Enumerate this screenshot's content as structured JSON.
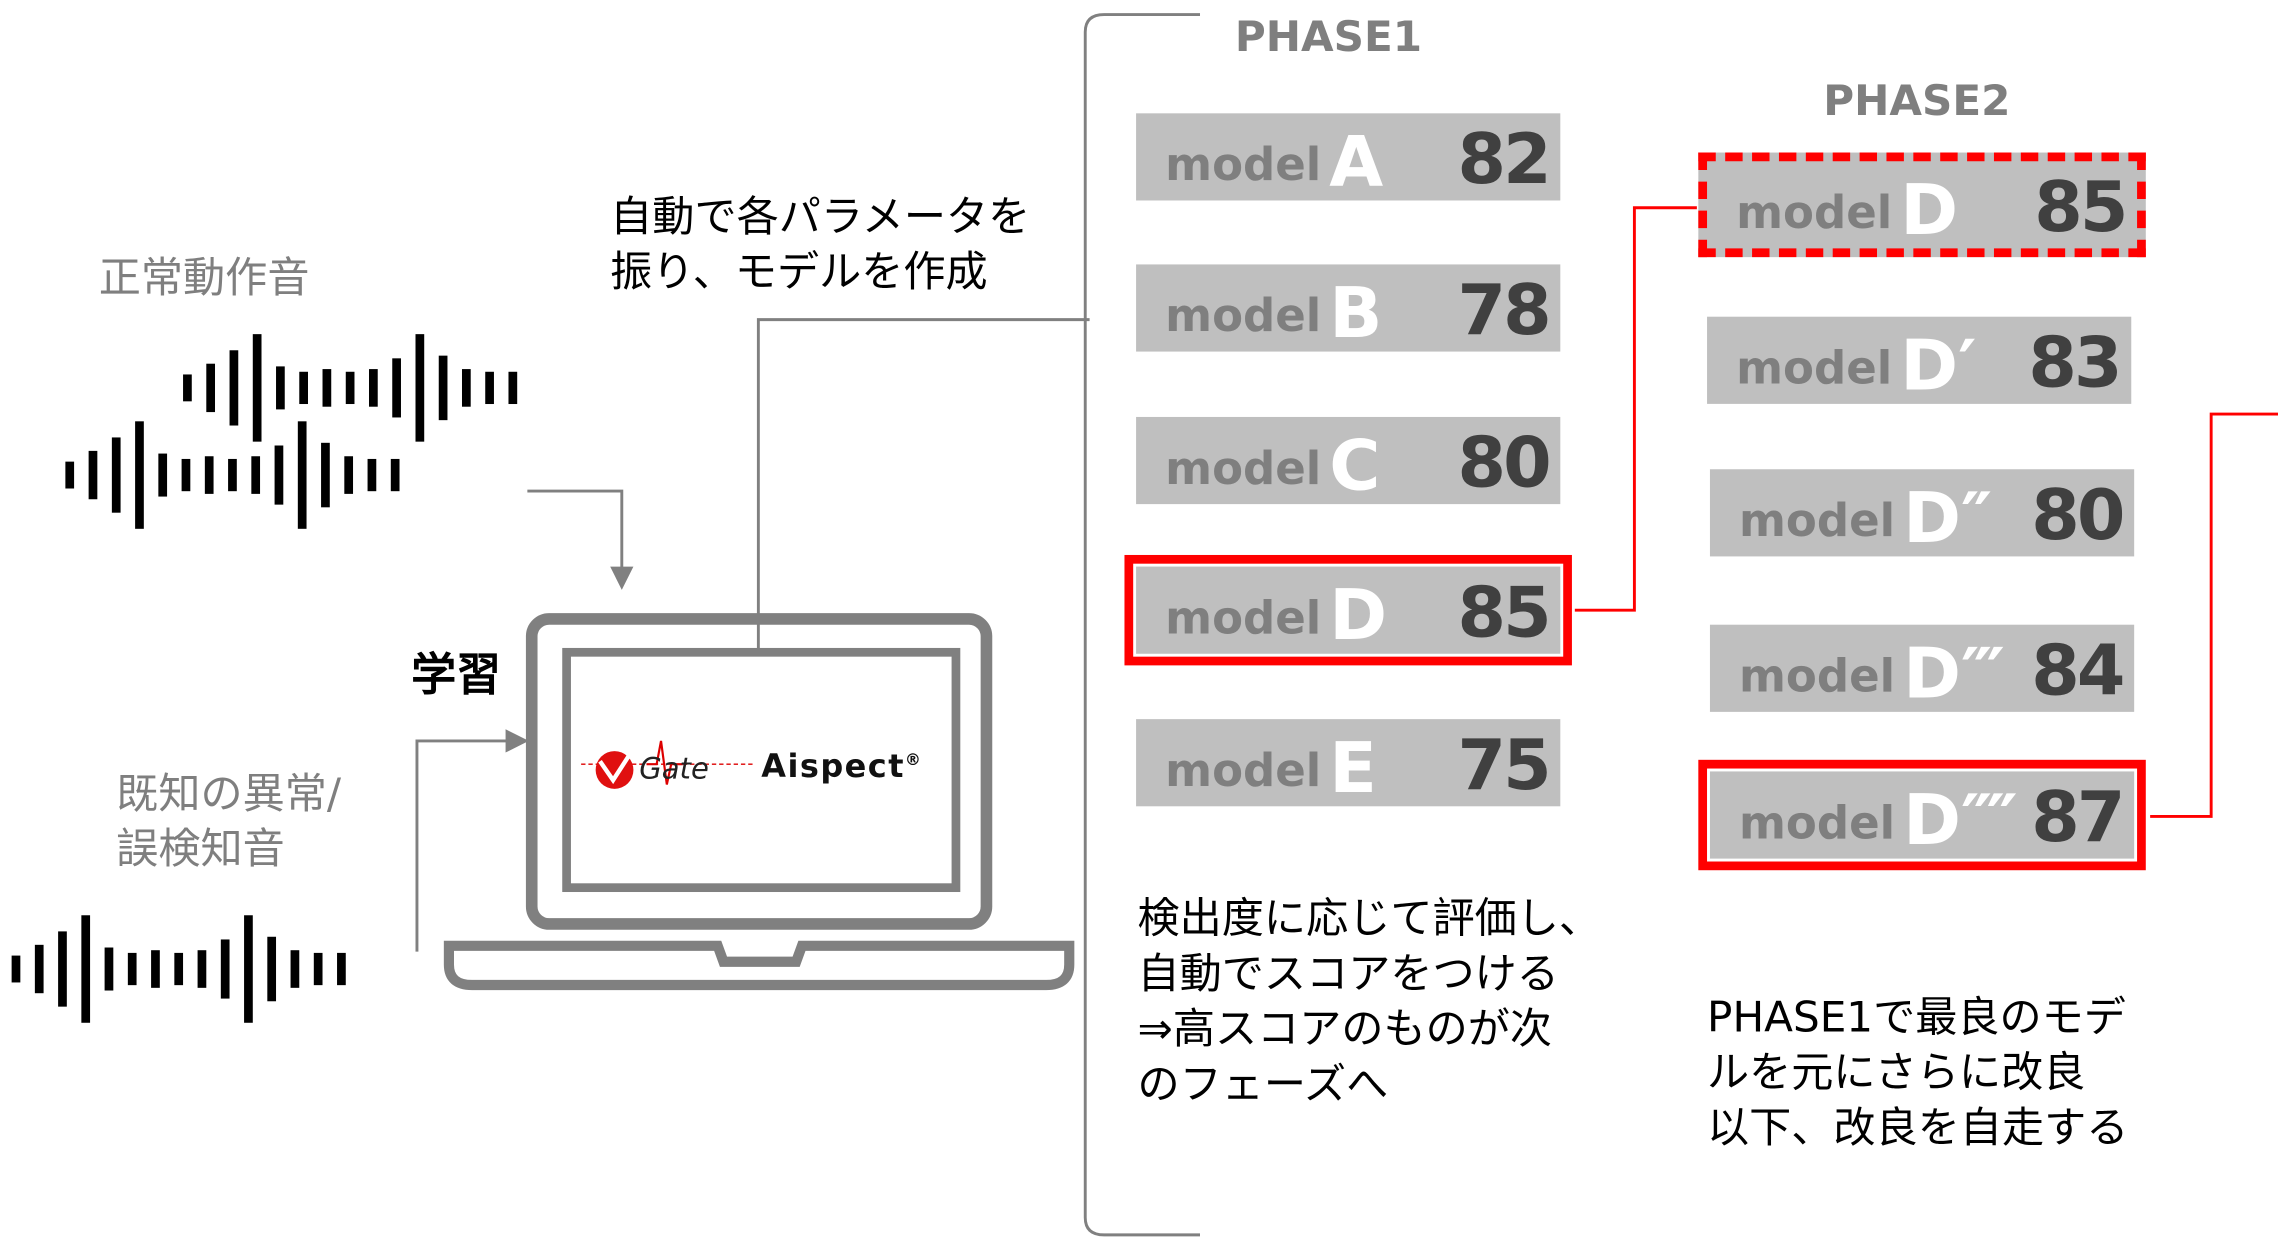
{
  "phase1": {
    "title": "PHASE1",
    "models": [
      {
        "label": "model",
        "letter": "A",
        "score": "82"
      },
      {
        "label": "model",
        "letter": "B",
        "score": "78"
      },
      {
        "label": "model",
        "letter": "C",
        "score": "80"
      },
      {
        "label": "model",
        "letter": "D",
        "score": "85"
      },
      {
        "label": "model",
        "letter": "E",
        "score": "75"
      }
    ],
    "note": [
      "検出度に応じて評価し、",
      "自動でスコアをつける",
      "⇒高スコアのものが次",
      "のフェーズへ"
    ]
  },
  "phase2": {
    "title": "PHASE2",
    "models": [
      {
        "label": "model",
        "letter": "D",
        "score": "85"
      },
      {
        "label": "model",
        "letter": "D′",
        "score": "83"
      },
      {
        "label": "model",
        "letter": "D″",
        "score": "80"
      },
      {
        "label": "model",
        "letter": "D‴",
        "score": "84"
      },
      {
        "label": "model",
        "letter": "D⁗",
        "score": "87"
      }
    ],
    "note": [
      "PHASE1で最良のモデ",
      "ルを元にさらに改良",
      "以下、改良を自走する"
    ]
  },
  "param_note": [
    "自動で各パラメータを",
    "振り、モデルを作成"
  ],
  "normal_sound": "正常動作音",
  "anomaly_sound": [
    "既知の異常/",
    "誤検知音"
  ],
  "learning": "学習",
  "logo": {
    "brand": "Gate",
    "product": "Aispect",
    "mark": "®"
  },
  "colors": {
    "accent": "#ff0000",
    "box": "#bfbfbf",
    "gray": "#7f7f7f"
  }
}
